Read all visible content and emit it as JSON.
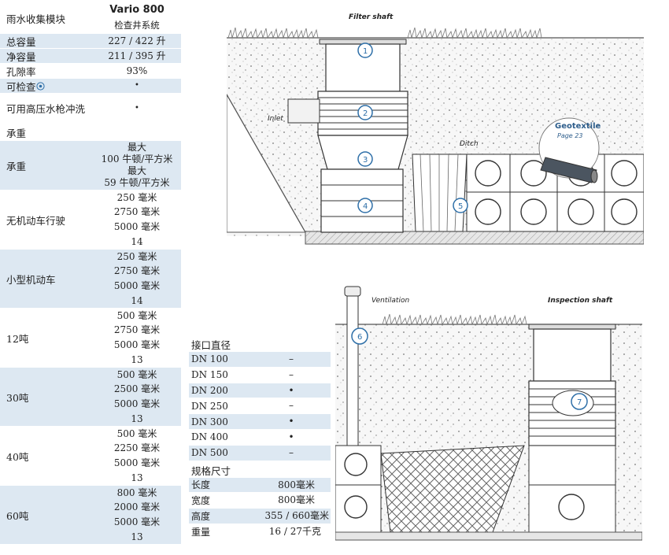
{
  "spec_table": {
    "header": {
      "label": "雨水收集模块",
      "product": "Vario 800",
      "subtitle": "检查井系统"
    },
    "rows": [
      {
        "label": "总容量",
        "values": [
          "227 / 422 升"
        ]
      },
      {
        "label": "净容量",
        "values": [
          "211 / 395 升"
        ]
      },
      {
        "label": "孔隙率",
        "values": [
          "93%"
        ]
      },
      {
        "label": "可检查",
        "values": [
          "•"
        ],
        "icon": "inspection-camera-icon"
      },
      {
        "label": "可用高压水枪冲洗",
        "values": [
          "•"
        ]
      },
      {
        "label": "承重",
        "values": []
      },
      {
        "label": "承重",
        "values": [
          "最大",
          "100 牛顿/平方米",
          "最大",
          "59 牛顿/平方米"
        ]
      },
      {
        "label": "无机动车行驶",
        "values": [
          "250 毫米",
          "2750 毫米",
          "5000 毫米",
          "14"
        ]
      },
      {
        "label": "小型机动车",
        "values": [
          "250 毫米",
          "2750 毫米",
          "5000 毫米",
          "14"
        ]
      },
      {
        "label": "12吨",
        "values": [
          "500 毫米",
          "2750 毫米",
          "5000 毫米",
          "13"
        ]
      },
      {
        "label": "30吨",
        "values": [
          "500 毫米",
          "2500 毫米",
          "5000 毫米",
          "13"
        ]
      },
      {
        "label": "40吨",
        "values": [
          "500 毫米",
          "2250 毫米",
          "5000 毫米",
          "13"
        ]
      },
      {
        "label": "60吨",
        "values": [
          "800 毫米",
          "2000 毫米",
          "5000 毫米",
          "13"
        ]
      }
    ]
  },
  "connection_table": {
    "title": "接口直径",
    "rows": [
      {
        "label": "DN 100",
        "value": "–"
      },
      {
        "label": "DN 150",
        "value": "–"
      },
      {
        "label": "DN 200",
        "value": "•"
      },
      {
        "label": "DN 250",
        "value": "–"
      },
      {
        "label": "DN 300",
        "value": "•"
      },
      {
        "label": "DN 400",
        "value": "•"
      },
      {
        "label": "DN 500",
        "value": "–"
      }
    ],
    "size_title": "规格尺寸",
    "size_rows": [
      {
        "label": "长度",
        "value": "800毫米"
      },
      {
        "label": "宽度",
        "value": "800毫米"
      },
      {
        "label": "高度",
        "value": "355 / 660毫米"
      },
      {
        "label": "重量",
        "value": "16 / 27千克"
      }
    ]
  },
  "diagram_top": {
    "filter_shaft": "Filter shaft",
    "inlet": "Inlet",
    "ditch": "Ditch",
    "geotextile": "Geotextile",
    "geotextile_page": "Page 23",
    "markers": [
      "1",
      "2",
      "3",
      "4",
      "5"
    ]
  },
  "diagram_bottom": {
    "ventilation": "Ventilation",
    "inspection_shaft": "Inspection shaft",
    "markers": [
      "6",
      "7"
    ]
  },
  "colors": {
    "shade": "#dde8f2",
    "marker": "#2e6fa8",
    "soil": "#f4f4f4",
    "line": "#444444"
  }
}
